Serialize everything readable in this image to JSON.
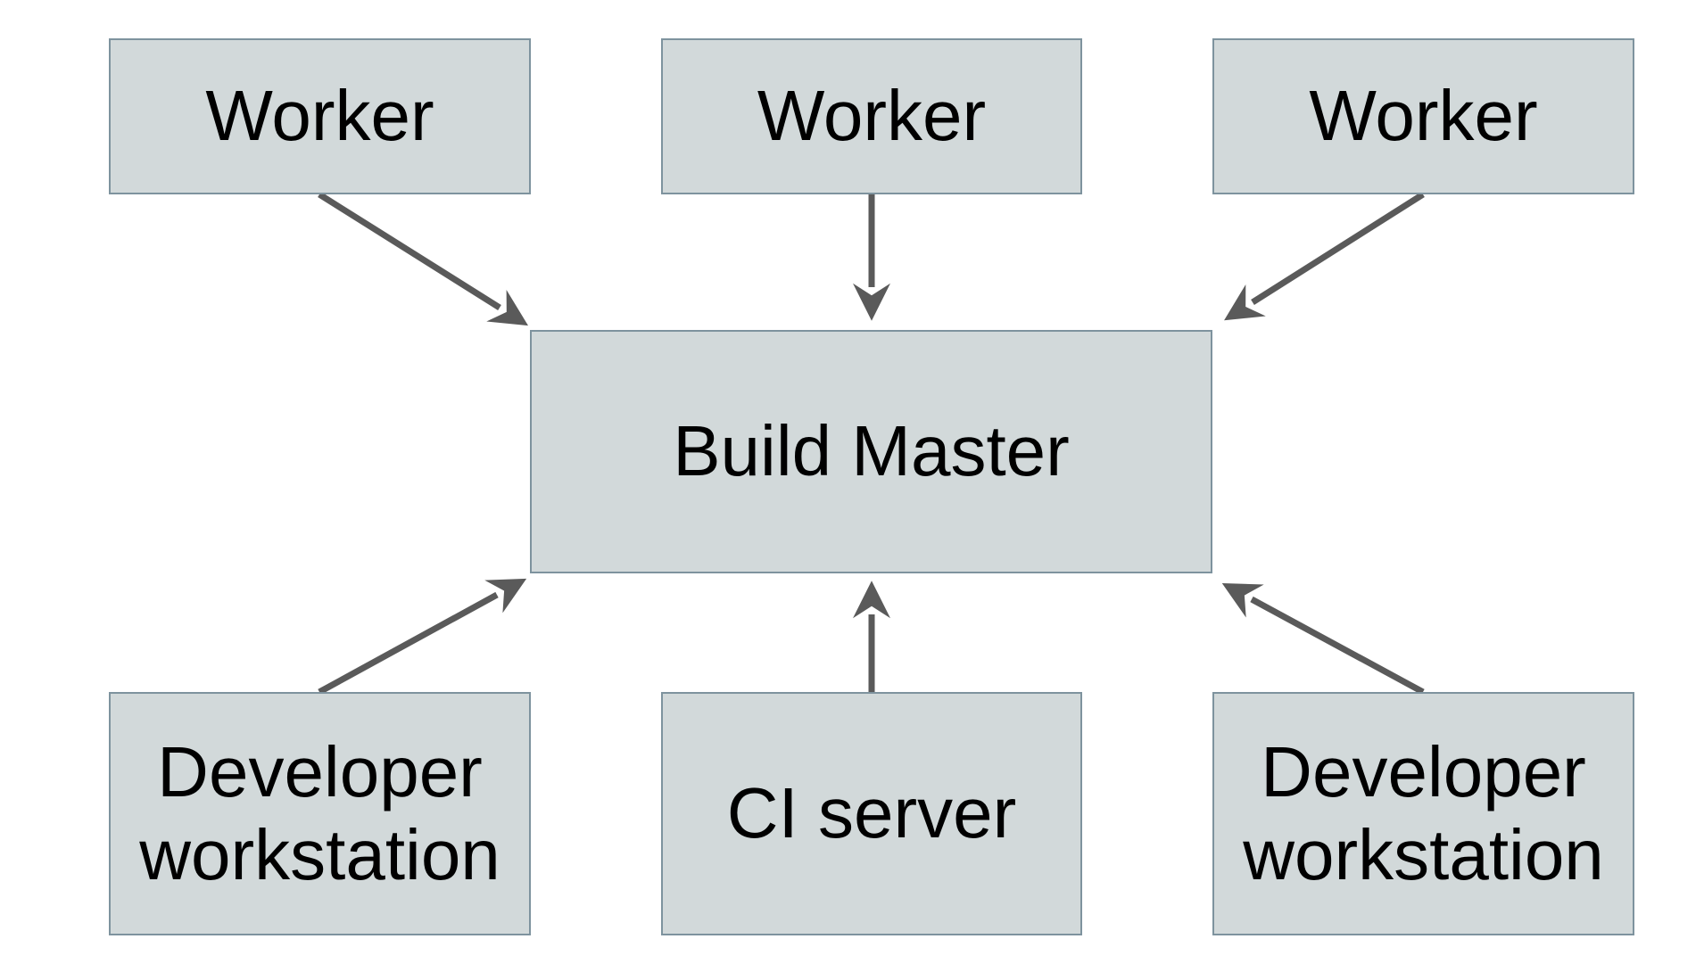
{
  "diagram": {
    "nodes": {
      "worker_left": {
        "label": "Worker"
      },
      "worker_center": {
        "label": "Worker"
      },
      "worker_right": {
        "label": "Worker"
      },
      "build_master": {
        "label": "Build Master"
      },
      "dev_workstation_left": {
        "label": "Developer workstation"
      },
      "ci_server": {
        "label": "CI server"
      },
      "dev_workstation_right": {
        "label": "Developer workstation"
      }
    },
    "edges": [
      {
        "from": "worker_left",
        "to": "build_master"
      },
      {
        "from": "worker_center",
        "to": "build_master"
      },
      {
        "from": "worker_right",
        "to": "build_master"
      },
      {
        "from": "dev_workstation_left",
        "to": "build_master"
      },
      {
        "from": "ci_server",
        "to": "build_master"
      },
      {
        "from": "dev_workstation_right",
        "to": "build_master"
      }
    ],
    "colors": {
      "background": "#ffffff",
      "node_fill": "#d2d9da",
      "node_border": "#7e939e",
      "arrow": "#5a5a5a",
      "text": "#000000"
    }
  }
}
